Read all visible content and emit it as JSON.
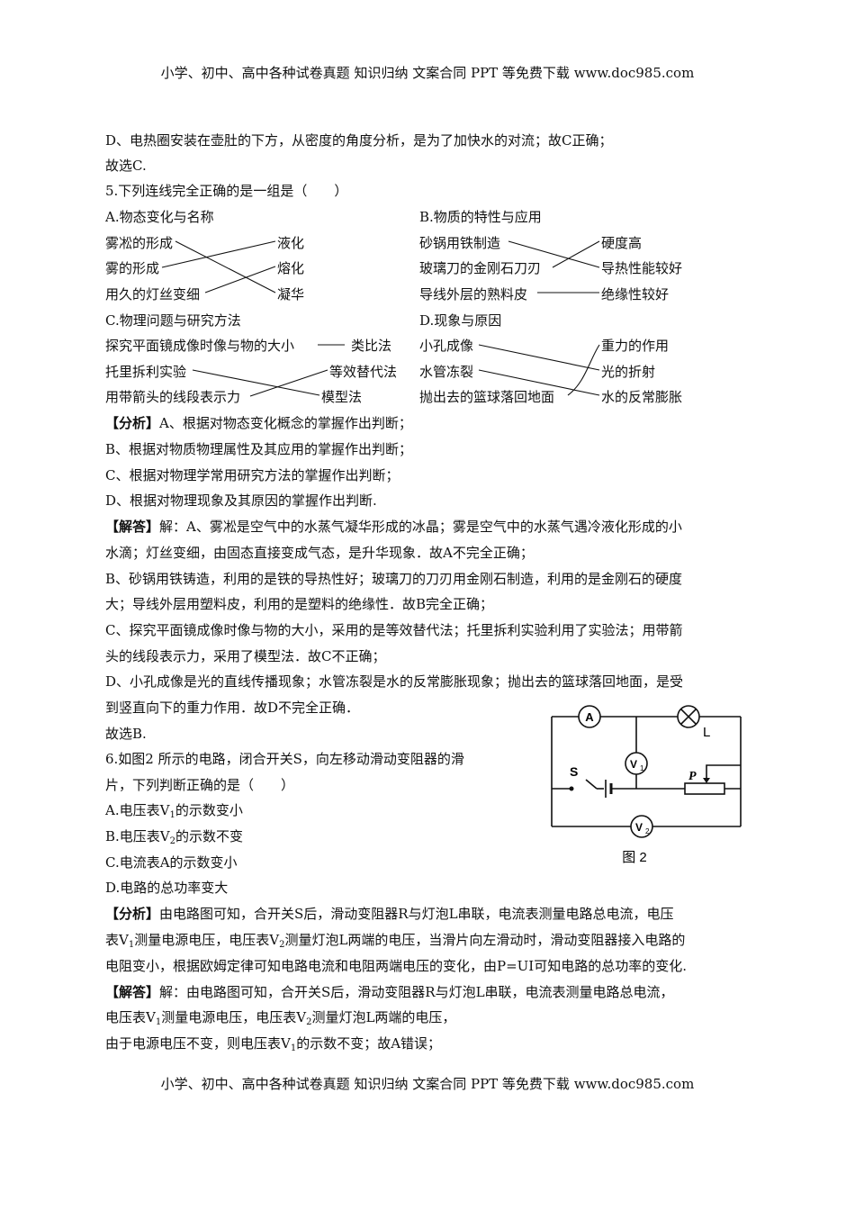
{
  "header": "小学、初中、高中各种试卷真题 知识归纳 文案合同 PPT 等免费下载   www.doc985.com",
  "footer": "小学、初中、高中各种试卷真题 知识归纳 文案合同 PPT 等免费下载   www.doc985.com",
  "prev": {
    "line_d": "D、电热圈安装在壶肚的下方，从密度的角度分析，是为了加快水的对流；故C正确；",
    "choose": "故选C."
  },
  "q5": {
    "stem": "5.下列连线完全正确的是一组是（　　）",
    "A": {
      "title": "A.物态变化与名称",
      "left": [
        "雾凇的形成",
        "雾的形成",
        "用久的灯丝变细"
      ],
      "right": [
        "液化",
        "熔化",
        "凝华"
      ]
    },
    "B": {
      "title": "B.物质的特性与应用",
      "left": [
        "砂锅用铁制造",
        "玻璃刀的金刚石刀刃",
        "导线外层的熟料皮"
      ],
      "right": [
        "硬度高",
        "导热性能较好",
        "绝缘性较好"
      ]
    },
    "C": {
      "title": "C.物理问题与研究方法",
      "left": [
        "探究平面镜成像时像与物的大小",
        "托里拆利实验",
        "用带箭头的线段表示力"
      ],
      "right": [
        "类比法",
        "等效替代法",
        "模型法"
      ]
    },
    "D": {
      "title": "D.现象与原因",
      "left": [
        "小孔成像",
        "水管冻裂",
        "抛出去的篮球落回地面"
      ],
      "right": [
        "重力的作用",
        "光的折射",
        "水的反常膨胀"
      ]
    },
    "analysis_label": "【分析】",
    "analysis": [
      "A、根据对物态变化概念的掌握作出判断；",
      "B、根据对物质物理属性及其应用的掌握作出判断；",
      "C、根据对物理学常用研究方法的掌握作出判断；",
      "D、根据对物理现象及其原因的掌握作出判断."
    ],
    "answer_label": "【解答】",
    "answer": [
      "解：A、雾凇是空气中的水蒸气凝华形成的冰晶；雾是空气中的水蒸气遇冷液化形成的小",
      "水滴；灯丝变细，由固态直接变成气态，是升华现象．故A不完全正确；",
      "B、砂锅用铁铸造，利用的是铁的导热性好；玻璃刀的刀刃用金刚石制造，利用的是金刚石的硬度",
      "大；导线外层用塑料皮，利用的是塑料的绝缘性．故B完全正确；",
      "C、探究平面镜成像时像与物的大小，采用的是等效替代法；托里拆利实验利用了实验法；用带箭",
      "头的线段表示力，采用了模型法．故C不正确；",
      "D、小孔成像是光的直线传播现象；水管冻裂是水的反常膨胀现象；抛出去的篮球落回地面，是受",
      "到竖直向下的重力作用．故D不完全正确．"
    ],
    "choose": "故选B."
  },
  "q6": {
    "stem1": "6.如图2 所示的电路，闭合开关S，向左移动滑动变阻器的滑",
    "stem2": "片，下列判断正确的是（　　）",
    "optA_pre": "A.电压表V",
    "optA_sub": "1",
    "optA_post": "的示数变小",
    "optB_pre": "B.电压表V",
    "optB_sub": "2",
    "optB_post": "的示数不变",
    "optC": "C.电流表A的示数变小",
    "optD": "D.电路的总功率变大",
    "figure": {
      "caption": "图 2",
      "ammeter": "A",
      "v1": "V",
      "v1_sub": "1",
      "v2": "V",
      "v2_sub": "2",
      "switch": "S",
      "slider": "P",
      "lamp": "L"
    },
    "analysis_label": "【分析】",
    "analysis": [
      "由电路图可知，合开关S后，滑动变阻器R与灯泡L串联，电流表测量电路总电流，电压",
      "测量电源电压，电压表V",
      "测量灯泡L两端的电压，当滑片向左滑动时，滑动变阻器接入电路的",
      "电阻变小，根据欧姆定律可知电路电流和电阻两端电压的变化，由P=UI可知电路的总功率的变化."
    ],
    "analysis_l2_pre": "表V",
    "answer_label": "【解答】",
    "answer1": "解：由电路图可知，合开关S后，滑动变阻器R与灯泡L串联，电流表测量电路总电流，",
    "answer2_a": "电压表V",
    "answer2_b": "测量电源电压，电压表V",
    "answer2_c": "测量灯泡L两端的电压，",
    "answer3_a": "由于电源电压不变，则电压表V",
    "answer3_b": "的示数不变；故A错误；",
    "sub1": "1",
    "sub2": "2"
  }
}
